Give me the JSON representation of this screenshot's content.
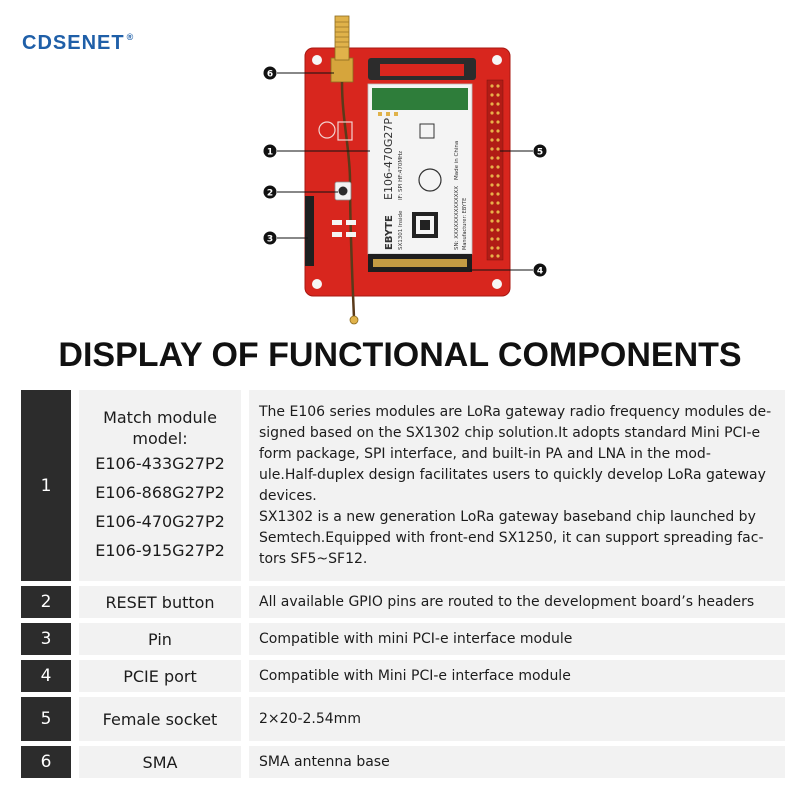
{
  "brand": {
    "logo": "CDSENET",
    "reg": "®"
  },
  "board": {
    "module_brand": "EBYTE",
    "module_model": "E106-470G27P",
    "module_sub": "SX1301 Inside",
    "module_specs": "IF: SPI   HF:470MHz",
    "module_sn": "SN: XXXXXXXXXXXXXX",
    "module_made": "Made in China",
    "module_mfr": "Manufacturer: EBYTE",
    "callouts": [
      "1",
      "2",
      "3",
      "4",
      "5",
      "6"
    ]
  },
  "title": "DISPLAY OF FUNCTIONAL COMPONENTS",
  "rows": [
    {
      "num": "1",
      "name_lines": [
        "Match module",
        "model:",
        "E106-433G27P2",
        "E106-868G27P2",
        "E106-470G27P2",
        "E106-915G27P2"
      ],
      "desc_lines": [
        "The E106 series modules are LoRa gateway radio frequency modules de-",
        "signed based on the SX1302 chip solution.It adopts standard Mini PCI-e",
        "form package, SPI interface, and built-in PA and LNA in the mod-",
        "ule.Half-duplex design facilitates users to quickly develop LoRa gateway",
        "devices.",
        "SX1302 is a new generation LoRa gateway baseband chip launched by",
        "Semtech.Equipped with front-end SX1250, it can support spreading fac-",
        "tors SF5~SF12."
      ]
    },
    {
      "num": "2",
      "name": "RESET button",
      "desc": "All available GPIO pins are routed to the development board’s headers"
    },
    {
      "num": "3",
      "name": "Pin",
      "desc": "Compatible with mini PCI-e interface module"
    },
    {
      "num": "4",
      "name": "PCIE port",
      "desc": "Compatible with Mini PCI-e interface module"
    },
    {
      "num": "5",
      "name": "Female socket",
      "desc": "2×20-2.54mm"
    },
    {
      "num": "6",
      "name": "SMA",
      "desc": "SMA antenna base"
    }
  ]
}
